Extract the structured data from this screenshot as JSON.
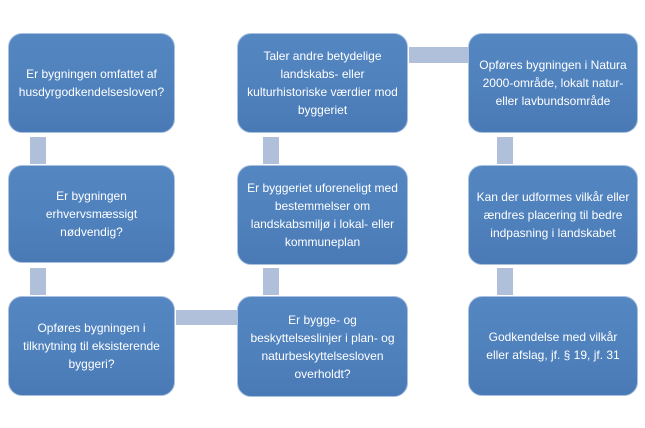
{
  "flowchart": {
    "type": "process-flow-diagram",
    "language": "Danish",
    "colors": {
      "background": "#ffffff",
      "box_fill": "#4f81bd",
      "box_fill_light": "#5486c2",
      "box_fill_dark": "#4a7ab6",
      "box_border": "#a9c1de",
      "connector_color": "#b0c0da",
      "text_color": "#ffffff"
    },
    "boxes": [
      {
        "id": "left-1",
        "label": "Er bygningen omfattet  af husdyrgodkendelsesloven?"
      },
      {
        "id": "left-2",
        "label": "Er bygningen erhvervsmæssigt nødvendig?"
      },
      {
        "id": "left-3",
        "label": "Opføres bygningen i tilknytning til eksisterende byggeri?"
      },
      {
        "id": "middle-1",
        "label": "Taler andre betydelige landskabs- eller kulturhistoriske værdier mod byggeriet"
      },
      {
        "id": "middle-2",
        "label": "Er byggeriet uforeneligt med bestemmelser om landskabsmiljø i lokal- eller kommuneplan"
      },
      {
        "id": "middle-3",
        "label": "Er bygge- og beskyttelseslinjer i plan- og naturbeskyttelsesloven overholdt?"
      },
      {
        "id": "right-1",
        "label": "Opføres bygningen i Natura 2000-område, lokalt natur- eller lavbundsområde"
      },
      {
        "id": "right-2",
        "label": "Kan der udformes vilkår eller ændres placering til bedre indpasning i landskabet"
      },
      {
        "id": "right-3",
        "label": "Godkendelse med vilkår eller afslag, jf. § 19, jf. 31"
      }
    ],
    "connections": [
      {
        "from": "left-1",
        "to": "left-2",
        "direction": "down"
      },
      {
        "from": "left-2",
        "to": "left-3",
        "direction": "down"
      },
      {
        "from": "left-3",
        "to": "middle-3",
        "direction": "right"
      },
      {
        "from": "middle-3",
        "to": "middle-2",
        "direction": "up"
      },
      {
        "from": "middle-2",
        "to": "middle-1",
        "direction": "up"
      },
      {
        "from": "middle-1",
        "to": "right-1",
        "direction": "right"
      },
      {
        "from": "right-1",
        "to": "right-2",
        "direction": "down"
      },
      {
        "from": "right-2",
        "to": "right-3",
        "direction": "down"
      }
    ]
  }
}
